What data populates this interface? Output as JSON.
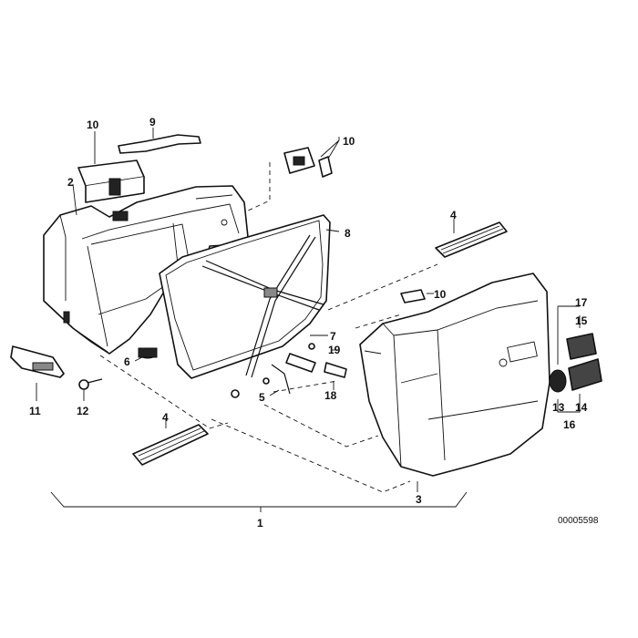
{
  "diagram": {
    "callouts": {
      "c1": "1",
      "c2": "2",
      "c3": "3",
      "c4a": "4",
      "c4b": "4",
      "c5": "5",
      "c6": "6",
      "c7": "7",
      "c8": "8",
      "c9": "9",
      "c10a": "10",
      "c10b": "10",
      "c10c": "10",
      "c11": "11",
      "c12": "12",
      "c13": "13",
      "c14": "14",
      "c15": "15",
      "c16": "16",
      "c17": "17",
      "c18": "18",
      "c19": "19"
    },
    "drawing_number": "00005598"
  }
}
